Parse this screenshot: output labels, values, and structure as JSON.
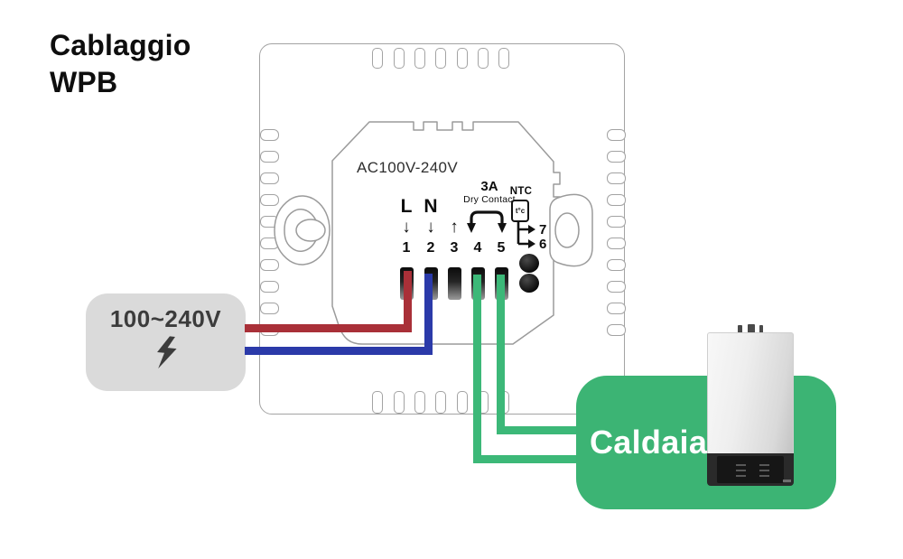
{
  "title": {
    "line1": "Cablaggio",
    "line2": "WPB"
  },
  "thermostat": {
    "voltage_label": "AC100V-240V",
    "terminal_l": "L",
    "terminal_n": "N",
    "pins": [
      "1",
      "2",
      "3",
      "4",
      "5"
    ],
    "dry_contact_amp": "3A",
    "dry_contact_label": "Dry Contact",
    "ntc_label": "NTC",
    "ntc_sensor_glyph": "t°c",
    "pin7": "7",
    "pin6": "6"
  },
  "power_supply": {
    "voltage": "100~240V"
  },
  "boiler": {
    "label": "Caldaia"
  },
  "icons": {
    "arrow_down": "↓",
    "arrow_up": "↑"
  },
  "colors": {
    "live_wire": "#a93038",
    "neutral_wire": "#2b3aa9",
    "signal_wire": "#3cb878",
    "boiler_box": "#3cb474",
    "power_box": "#dadada",
    "plate_line": "#a3a3a3"
  }
}
